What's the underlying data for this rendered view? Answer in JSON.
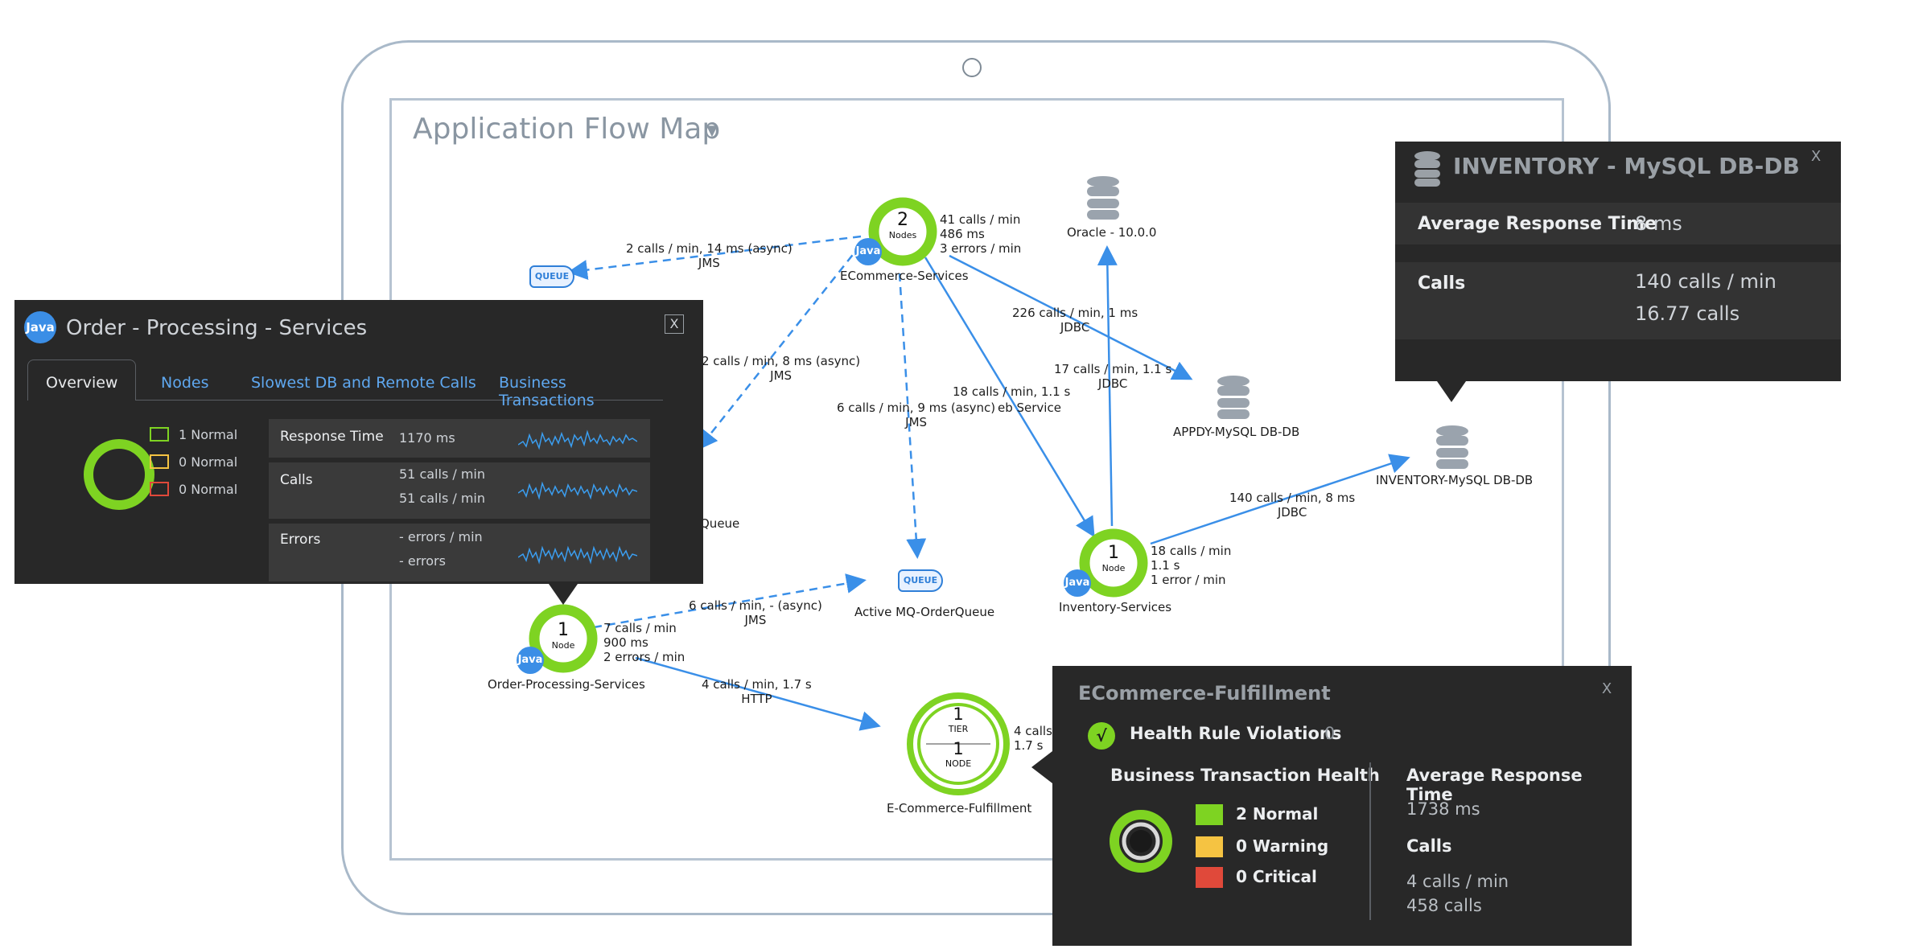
{
  "map": {
    "title": "Application Flow Map",
    "nodes": {
      "ecommerce": {
        "count": "2",
        "unit": "Nodes",
        "name": "ECommerce-Services",
        "badge": "Java",
        "stats": [
          "41 calls / min",
          "486 ms",
          "3 errors / min"
        ]
      },
      "inventory": {
        "count": "1",
        "unit": "Node",
        "name": "Inventory-Services",
        "badge": "Java",
        "stats": [
          "18 calls / min",
          "1.1 s",
          "1 error / min"
        ]
      },
      "order": {
        "count": "1",
        "unit": "Node",
        "name": "Order-Processing-Services",
        "badge": "Java",
        "stats": [
          "7 calls / min",
          "900 ms",
          "2 errors / min"
        ]
      },
      "fulfillment": {
        "tier_count": "1",
        "tier_unit": "TIER",
        "node_count": "1",
        "node_unit": "NODE",
        "name": "E-Commerce-Fulfillment",
        "stats": [
          "4 calls",
          "1.7 s"
        ]
      }
    },
    "backends": {
      "oracle": "Oracle - 10.0.0",
      "appdy": "APPDY-MySQL DB-DB",
      "inventory_db": "INVENTORY-MySQL DB-DB",
      "active_mq": "Active MQ-OrderQueue",
      "queue_partial": "Queue",
      "queue_icon_label": "QUEUE"
    },
    "edges": {
      "e1": [
        "2 calls / min, 14 ms (async)",
        "JMS"
      ],
      "e2": [
        "2 calls / min, 8 ms (async)",
        "JMS"
      ],
      "e3": [
        "6 calls / min, 9 ms (async)",
        "JMS"
      ],
      "e3_partial": "eb Service",
      "e4": [
        "18 calls / min, 1.1 s"
      ],
      "e5": [
        "226 calls / min, 1 ms",
        "JDBC"
      ],
      "e6": [
        "17 calls / min, 1.1 s",
        "JDBC"
      ],
      "e7": [
        "140 calls / min, 8 ms",
        "JDBC"
      ],
      "e8": [
        "6 calls / min, - (async)",
        "JMS"
      ],
      "e9": [
        "4 calls / min, 1.7 s",
        "HTTP"
      ]
    }
  },
  "order_popup": {
    "badge": "Java",
    "title": "Order - Processing - Services",
    "close": "X",
    "tabs": [
      "Overview",
      "Nodes",
      "Slowest DB and Remote Calls",
      "Business Transactions"
    ],
    "legend": [
      "1 Normal",
      "0 Normal",
      "0 Normal"
    ],
    "legend_colors": [
      "#7ed322",
      "#f5c342",
      "#e0493a"
    ],
    "metrics": {
      "response_time": {
        "label": "Response Time",
        "values": [
          "1170 ms"
        ]
      },
      "calls": {
        "label": "Calls",
        "values": [
          "51 calls / min",
          "51 calls / min"
        ]
      },
      "errors": {
        "label": "Errors",
        "values": [
          "- errors / min",
          "- errors"
        ]
      }
    }
  },
  "inventory_popup": {
    "title": "INVENTORY - MySQL DB-DB",
    "close": "X",
    "avg_label": "Average Response Time",
    "avg_value": "8 ms",
    "calls_label": "Calls",
    "calls_values": [
      "140 calls / min",
      "16.77 calls"
    ]
  },
  "fulfillment_popup": {
    "title": "ECommerce-Fulfillment",
    "close": "X",
    "check": "√",
    "hrv_label": "Health Rule Violations",
    "hrv_count": "0",
    "bth_label": "Business Transaction Health",
    "statuses": [
      {
        "label": "2 Normal",
        "color": "#7ed322"
      },
      {
        "label": "0 Warning",
        "color": "#f5c342"
      },
      {
        "label": "0 Critical",
        "color": "#e0493a"
      }
    ],
    "avg_label": "Average Response Time",
    "avg_value": "1738 ms",
    "calls_label": "Calls",
    "calls_values": [
      "4 calls / min",
      "458 calls"
    ]
  },
  "colors": {
    "accent": "#3b8ee6",
    "healthy": "#7ed322",
    "edge": "#3a8fe8",
    "panel": "#282828"
  }
}
